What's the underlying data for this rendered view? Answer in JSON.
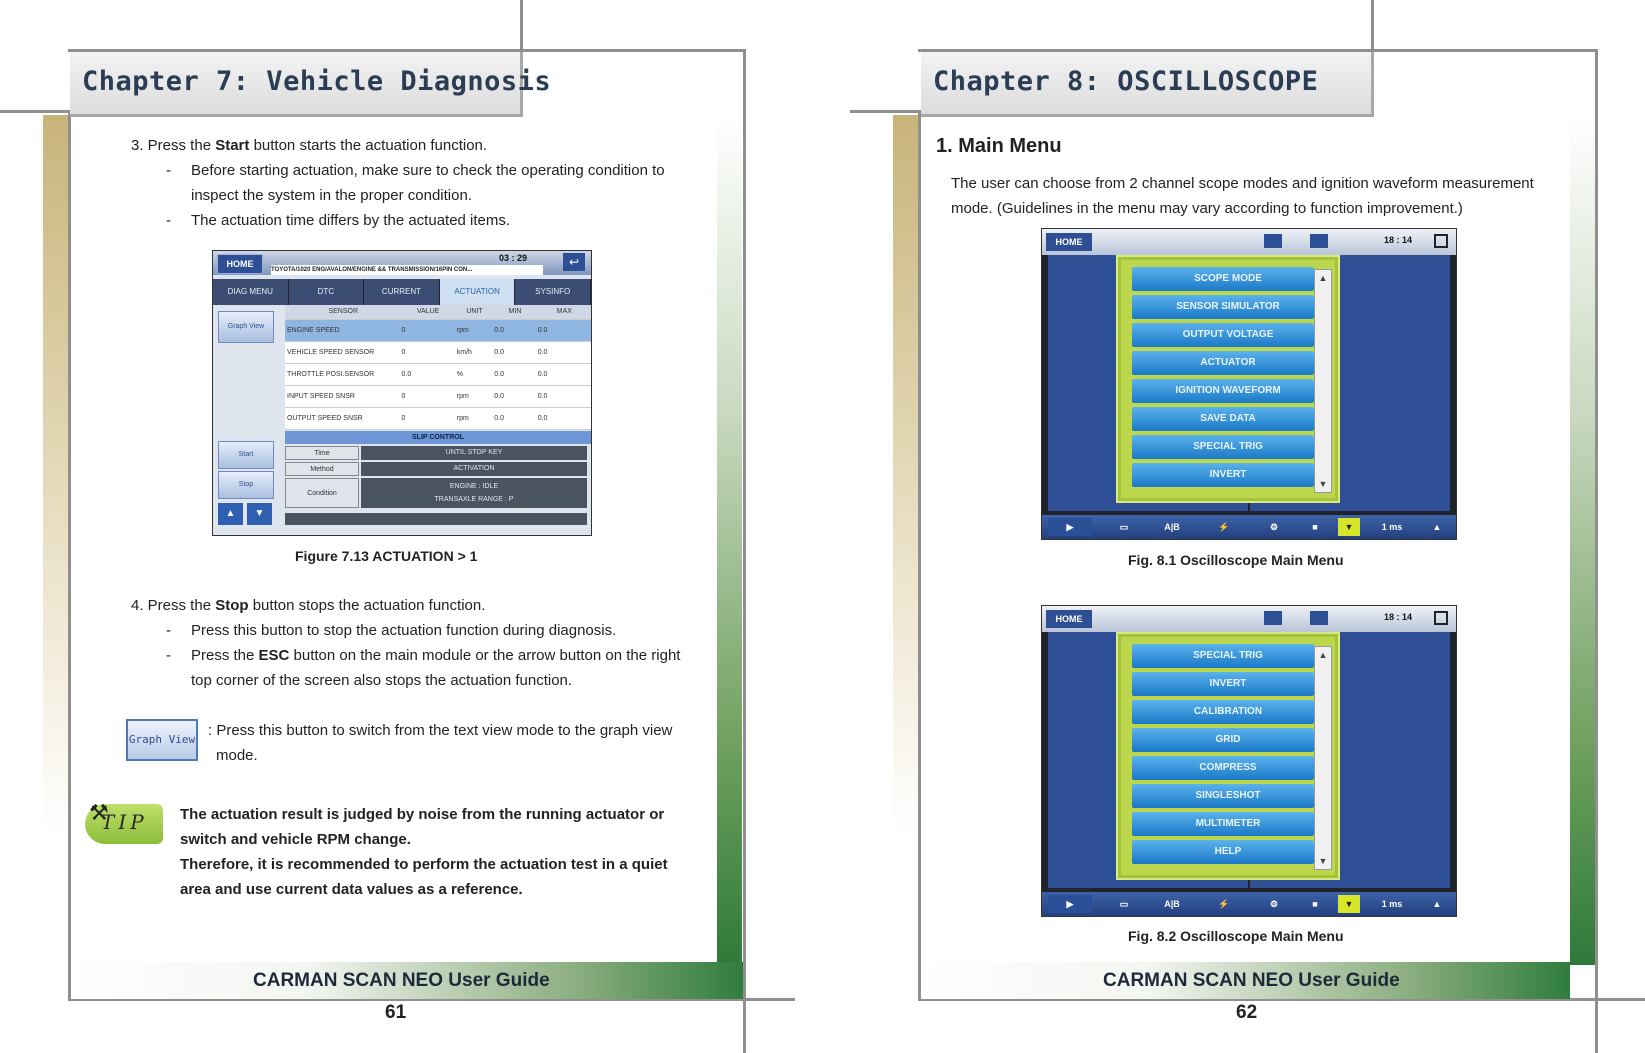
{
  "left_page": {
    "chapter_title": "Chapter 7: Vehicle Diagnosis",
    "step3": {
      "prefix": "3. Press the ",
      "bold": "Start",
      "suffix": " button starts the actuation function.",
      "bullets": [
        "Before starting actuation, make sure to check the operating condition to",
        "inspect the system in the proper condition.",
        "The actuation time differs by the actuated items."
      ]
    },
    "figure": {
      "caption": "Figure 7.13 ACTUATION > 1",
      "home": "HOME",
      "title_path": "TOYOTA/1020 ENG/AVALON/ENGINE && TRANSMISSION/16PIN CON...",
      "clock": "03 : 29",
      "tabs": [
        "DIAG MENU",
        "DTC",
        "CURRENT",
        "ACTUATION",
        "SYSINFO"
      ],
      "active_tab": "ACTUATION",
      "headers": [
        "SENSOR",
        "VALUE",
        "UNIT",
        "MIN",
        "MAX"
      ],
      "rows": [
        [
          "ENGINE SPEED",
          "0",
          "rpm",
          "0.0",
          "0.0"
        ],
        [
          "VEHICLE SPEED SENSOR",
          "0",
          "km/h",
          "0.0",
          "0.0"
        ],
        [
          "THROTTLE POSI.SENSOR",
          "0.0",
          "%",
          "0.0",
          "0.0"
        ],
        [
          "INPUT SPEED SNSR",
          "0",
          "rpm",
          "0.0",
          "0.0"
        ],
        [
          "OUTPUT SPEED SNSR",
          "0",
          "rpm",
          "0.0",
          "0.0"
        ]
      ],
      "section_title": "SLIP CONTROL",
      "controls": [
        {
          "label": "Time",
          "value": "UNTIL STOP KEY"
        },
        {
          "label": "Method",
          "value": "ACTIVATION"
        },
        {
          "label": "Condition",
          "value": "ENGINE : IDLE",
          "value2": "TRANSAXLE RANGE : P"
        }
      ],
      "side_buttons": [
        "Graph View",
        "Start",
        "Stop"
      ]
    },
    "step4": {
      "prefix": "4. Press the ",
      "bold": "Stop",
      "suffix": " button stops the actuation function.",
      "bullet1": "Press this button to stop the actuation function during diagnosis.",
      "bullet2_prefix": "Press the ",
      "bullet2_bold": "ESC",
      "bullet2_suffix": " button on the main module or the arrow button on the right",
      "bullet2_line2": "top corner of the screen also stops the actuation function."
    },
    "graph_view": {
      "button_label": "Graph View",
      "line1": ": Press this button to switch from the text view mode to the graph view",
      "line2": "mode."
    },
    "tip": {
      "badge": "TIP",
      "lines": [
        "The actuation result is judged by noise from the running actuator or",
        "switch and vehicle RPM change.",
        "Therefore, it is recommended to perform the actuation test in a quiet",
        "area and use current data values as a reference."
      ]
    },
    "footer": "CARMAN SCAN NEO User Guide",
    "page_number": "61"
  },
  "right_page": {
    "chapter_title": "Chapter 8: OSCILLOSCOPE",
    "section_heading": "1. Main Menu",
    "intro_lines": [
      "The user can choose from 2 channel scope modes and ignition waveform measurement",
      "mode. (Guidelines in the menu may vary according to function improvement.)"
    ],
    "fig1": {
      "caption": "Fig. 8.1 Oscilloscope Main Menu",
      "items": [
        "SCOPE MODE",
        "SENSOR SIMULATOR",
        "OUTPUT VOLTAGE",
        "ACTUATOR",
        "IGNITION WAVEFORM",
        "SAVE DATA",
        "SPECIAL TRIG",
        "INVERT"
      ]
    },
    "fig2": {
      "caption": "Fig. 8.2 Oscilloscope Main Menu",
      "items": [
        "SPECIAL TRIG",
        "INVERT",
        "CALIBRATION",
        "GRID",
        "COMPRESS",
        "SINGLESHOT",
        "MULTIMETER",
        "HELP"
      ]
    },
    "osc_ui": {
      "home": "HOME",
      "clock": "18 : 14",
      "bottom_ab": "A|B",
      "bottom_time": "1 ms"
    },
    "footer": "CARMAN SCAN NEO User Guide",
    "page_number": "62"
  }
}
